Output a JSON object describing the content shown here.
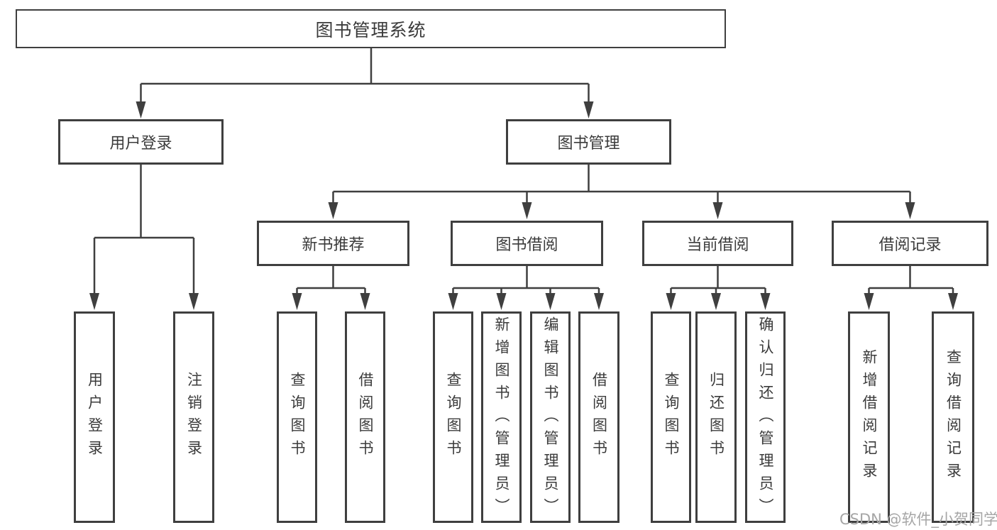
{
  "nodes": {
    "root": {
      "label": "图书管理系统"
    },
    "user_login": {
      "label": "用户登录"
    },
    "book_management": {
      "label": "图书管理"
    },
    "new_book_recommend": {
      "label": "新书推荐"
    },
    "book_borrowing": {
      "label": "图书借阅"
    },
    "current_borrowing": {
      "label": "当前借阅"
    },
    "borrowing_records": {
      "label": "借阅记录"
    },
    "leaf_user_login": {
      "label": "用户登录"
    },
    "leaf_logout": {
      "label": "注销登录"
    },
    "leaf_query_books_1": {
      "label": "查询图书"
    },
    "leaf_borrow_books_1": {
      "label": "借阅图书"
    },
    "leaf_query_books_2": {
      "label": "查询图书"
    },
    "leaf_add_books_admin": {
      "label": "新增图书（管理员）"
    },
    "leaf_edit_books_admin": {
      "label": "编辑图书（管理员）"
    },
    "leaf_borrow_books_2": {
      "label": "借阅图书"
    },
    "leaf_query_books_3": {
      "label": "查询图书"
    },
    "leaf_return_books": {
      "label": "归还图书"
    },
    "leaf_confirm_return_admin": {
      "label": "确认归还（管理员）"
    },
    "leaf_add_borrow_record": {
      "label": "新增借阅记录"
    },
    "leaf_query_borrow_record": {
      "label": "查询借阅记录"
    }
  },
  "hierarchy": {
    "root": [
      "user_login",
      "book_management"
    ],
    "user_login": [
      "leaf_user_login",
      "leaf_logout"
    ],
    "book_management": [
      "new_book_recommend",
      "book_borrowing",
      "current_borrowing",
      "borrowing_records"
    ],
    "new_book_recommend": [
      "leaf_query_books_1",
      "leaf_borrow_books_1"
    ],
    "book_borrowing": [
      "leaf_query_books_2",
      "leaf_add_books_admin",
      "leaf_edit_books_admin",
      "leaf_borrow_books_2"
    ],
    "current_borrowing": [
      "leaf_query_books_3",
      "leaf_return_books",
      "leaf_confirm_return_admin"
    ],
    "borrowing_records": [
      "leaf_add_borrow_record",
      "leaf_query_borrow_record"
    ]
  },
  "watermark": {
    "text": "CSDN @软件_小贺同学"
  },
  "colors": {
    "line": "#3f3f3f",
    "text": "#3b3b3b",
    "watermark": "#a6a6a6",
    "background": "#ffffff"
  }
}
